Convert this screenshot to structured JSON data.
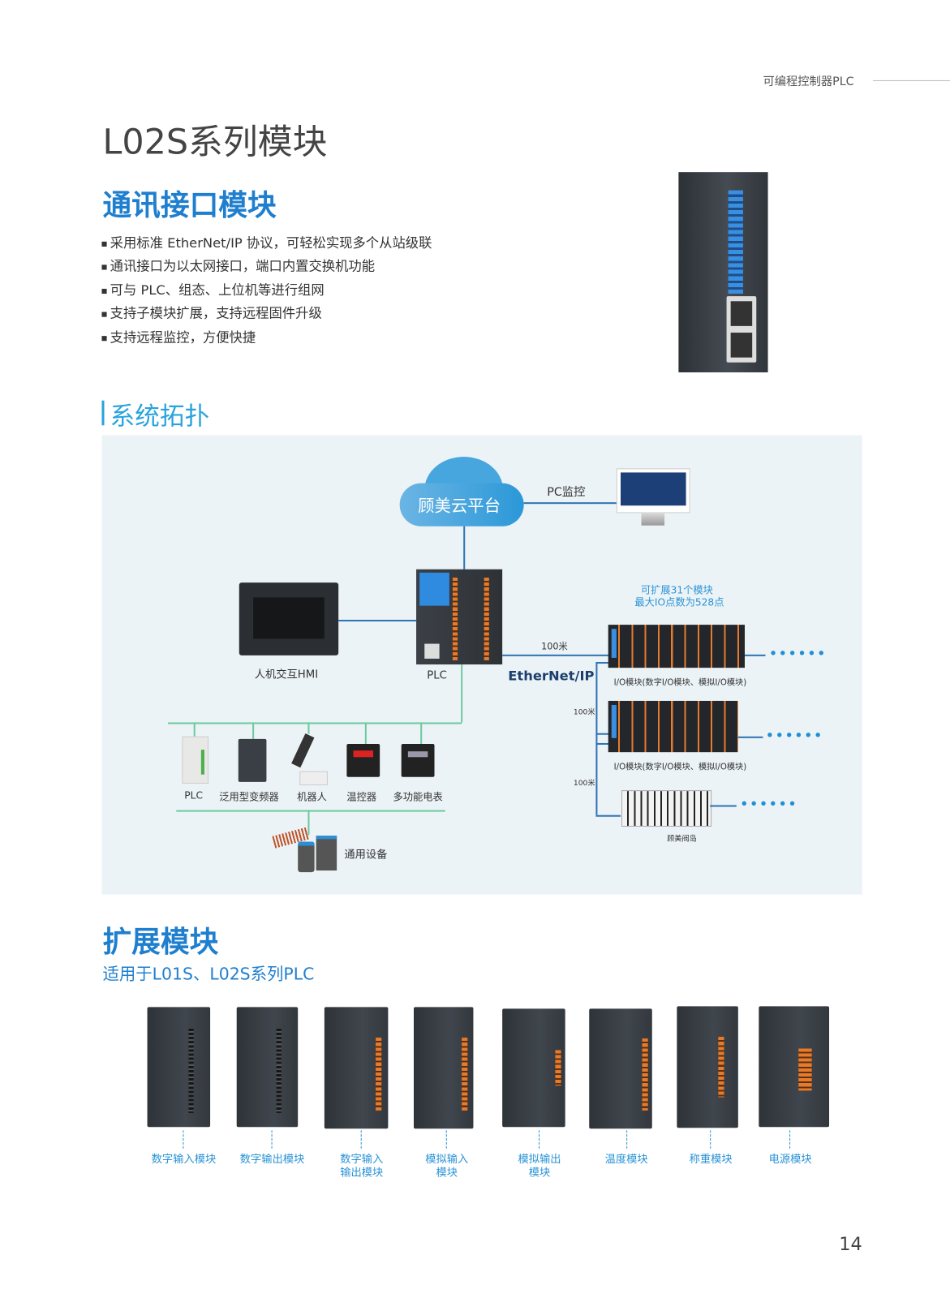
{
  "header": {
    "category": "可编程控制器PLC"
  },
  "title": "L02S系列模块",
  "comm_module": {
    "heading": "通讯接口模块",
    "bullets": [
      "采用标准 EtherNet/IP 协议，可轻松实现多个从站级联",
      "通讯接口为以太网接口，端口内置交换机功能",
      "可与 PLC、组态、上位机等进行组网",
      "支持子模块扩展，支持远程固件升级",
      "支持远程监控，方便快捷"
    ]
  },
  "topology": {
    "heading": "系统拓扑",
    "cloud": "顾美云平台",
    "pc": "PC监控",
    "hmi": "人机交互HMI",
    "plc": "PLC",
    "ethernet_logo": "EtherNet/IP",
    "distance": "100米",
    "expand_note": [
      "可扩展31个模块",
      "最大IO点数为528点"
    ],
    "io_label": "I/O模块(数字I/O模块、模拟I/O模块)",
    "valve_label": "顾美阀岛",
    "dots": "••••••",
    "devices": [
      "PLC",
      "泛用型变频器",
      "机器人",
      "温控器",
      "多功能电表"
    ],
    "general": "通用设备"
  },
  "expansion": {
    "heading": "扩展模块",
    "subtitle": "适用于L01S、L02S系列PLC",
    "modules": [
      {
        "l1": "数字输入模块",
        "l2": ""
      },
      {
        "l1": "数字输出模块",
        "l2": ""
      },
      {
        "l1": "数字输入",
        "l2": "输出模块"
      },
      {
        "l1": "模拟输入",
        "l2": "模块"
      },
      {
        "l1": "模拟输出",
        "l2": "模块"
      },
      {
        "l1": "温度模块",
        "l2": ""
      },
      {
        "l1": "称重模块",
        "l2": ""
      },
      {
        "l1": "电源模块",
        "l2": ""
      }
    ]
  },
  "page_number": "14",
  "colors": {
    "accent": "#1f7fcf",
    "diagram_bg": "#ecf3f6",
    "network_line": "#2f74b5",
    "field_line": "#6ccaa0"
  }
}
